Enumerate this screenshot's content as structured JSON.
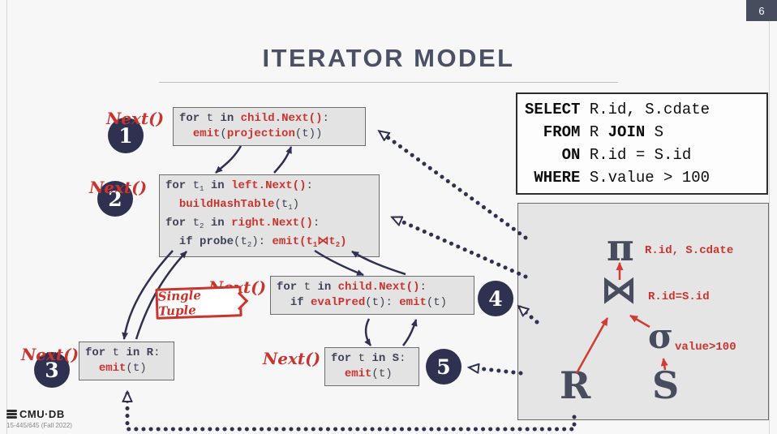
{
  "colors": {
    "navy": "#2e3150",
    "red": "#c9342e",
    "slate": "#3e4356",
    "sql_text": "#0d0d0d",
    "box_bg": "#e3e3e3",
    "plan_bg": "#e5e5e5",
    "page_tab_bg": "#454d5e"
  },
  "page": {
    "number": "6",
    "title": "ITERATOR MODEL"
  },
  "footer": {
    "logo": "CMU·DB",
    "course": "15-445/645 (Fall 2022)"
  },
  "labels": {
    "next": "Next()",
    "single_tuple": "Single Tuple"
  },
  "circles": {
    "one": "1",
    "two": "2",
    "three": "3",
    "four": "4",
    "five": "5"
  },
  "plan": {
    "pi_symbol": "π",
    "pi_annotation": "R.id, S.cdate",
    "join_symbol": "⋈",
    "join_annotation": "R.id=S.id",
    "sigma_symbol": "σ",
    "sigma_annotation": "value>100",
    "table_r": "R",
    "table_s": "S"
  },
  "sql": {
    "lines": [
      [
        {
          "t": "SELECT",
          "s": "b"
        },
        {
          "t": " R.id, S.cdate",
          "s": "p"
        }
      ],
      [
        {
          "t": "  FROM",
          "s": "b"
        },
        {
          "t": " R ",
          "s": "p"
        },
        {
          "t": "JOIN",
          "s": "b"
        },
        {
          "t": " S",
          "s": "p"
        }
      ],
      [
        {
          "t": "    ON",
          "s": "b"
        },
        {
          "t": " R.id = S.id",
          "s": "p"
        }
      ],
      [
        {
          "t": " WHERE",
          "s": "b"
        },
        {
          "t": " S.value > 100",
          "s": "p"
        }
      ]
    ]
  },
  "code": {
    "projection": [
      [
        {
          "t": "for",
          "s": "k"
        },
        {
          "t": " t ",
          "s": "p"
        },
        {
          "t": "in",
          "s": "k"
        },
        {
          "t": " ",
          "s": "p"
        },
        {
          "t": "child.Next()",
          "s": "r"
        },
        {
          "t": ":",
          "s": "p"
        }
      ],
      [
        {
          "t": "  ",
          "s": "p"
        },
        {
          "t": "emit",
          "s": "r"
        },
        {
          "t": "(",
          "s": "p"
        },
        {
          "t": "projection",
          "s": "r"
        },
        {
          "t": "(t))",
          "s": "p"
        }
      ]
    ],
    "hash_join": [
      [
        {
          "t": "for",
          "s": "k"
        },
        {
          "t": " t",
          "s": "p"
        },
        {
          "t": "1",
          "s": "sp"
        },
        {
          "t": " ",
          "s": "p"
        },
        {
          "t": "in",
          "s": "k"
        },
        {
          "t": " ",
          "s": "p"
        },
        {
          "t": "left.Next()",
          "s": "r"
        },
        {
          "t": ":",
          "s": "p"
        }
      ],
      [
        {
          "t": "  ",
          "s": "p"
        },
        {
          "t": "buildHashTable",
          "s": "r"
        },
        {
          "t": "(t",
          "s": "p"
        },
        {
          "t": "1",
          "s": "sp"
        },
        {
          "t": ")",
          "s": "p"
        }
      ],
      [
        {
          "t": "for",
          "s": "k"
        },
        {
          "t": " t",
          "s": "p"
        },
        {
          "t": "2",
          "s": "sp"
        },
        {
          "t": " ",
          "s": "p"
        },
        {
          "t": "in",
          "s": "k"
        },
        {
          "t": " ",
          "s": "p"
        },
        {
          "t": "right.Next()",
          "s": "r"
        },
        {
          "t": ":",
          "s": "p"
        }
      ],
      [
        {
          "t": "  ",
          "s": "p"
        },
        {
          "t": "if",
          "s": "k"
        },
        {
          "t": " ",
          "s": "p"
        },
        {
          "t": "probe",
          "s": "k"
        },
        {
          "t": "(t",
          "s": "p"
        },
        {
          "t": "2",
          "s": "sp"
        },
        {
          "t": "): ",
          "s": "p"
        },
        {
          "t": "emit",
          "s": "r"
        },
        {
          "t": "(t",
          "s": "r"
        },
        {
          "t": "1",
          "s": "sr"
        },
        {
          "t": "⋈",
          "s": "r"
        },
        {
          "t": "t",
          "s": "r"
        },
        {
          "t": "2",
          "s": "sr"
        },
        {
          "t": ")",
          "s": "r"
        }
      ]
    ],
    "scan_r": [
      [
        {
          "t": "for",
          "s": "k"
        },
        {
          "t": " t ",
          "s": "p"
        },
        {
          "t": "in",
          "s": "k"
        },
        {
          "t": " ",
          "s": "p"
        },
        {
          "t": "R",
          "s": "k"
        },
        {
          "t": ":",
          "s": "p"
        }
      ],
      [
        {
          "t": "  ",
          "s": "p"
        },
        {
          "t": "emit",
          "s": "r"
        },
        {
          "t": "(t)",
          "s": "p"
        }
      ]
    ],
    "filter": [
      [
        {
          "t": "for",
          "s": "k"
        },
        {
          "t": " t ",
          "s": "p"
        },
        {
          "t": "in",
          "s": "k"
        },
        {
          "t": " ",
          "s": "p"
        },
        {
          "t": "child.Next()",
          "s": "r"
        },
        {
          "t": ":",
          "s": "p"
        }
      ],
      [
        {
          "t": "  ",
          "s": "p"
        },
        {
          "t": "if",
          "s": "k"
        },
        {
          "t": " ",
          "s": "p"
        },
        {
          "t": "evalPred",
          "s": "r"
        },
        {
          "t": "(t): ",
          "s": "p"
        },
        {
          "t": "emit",
          "s": "r"
        },
        {
          "t": "(t)",
          "s": "p"
        }
      ]
    ],
    "scan_s": [
      [
        {
          "t": "for",
          "s": "k"
        },
        {
          "t": " t ",
          "s": "p"
        },
        {
          "t": "in",
          "s": "k"
        },
        {
          "t": " ",
          "s": "p"
        },
        {
          "t": "S",
          "s": "k"
        },
        {
          "t": ":",
          "s": "p"
        }
      ],
      [
        {
          "t": "  ",
          "s": "p"
        },
        {
          "t": "emit",
          "s": "r"
        },
        {
          "t": "(t)",
          "s": "p"
        }
      ]
    ]
  }
}
